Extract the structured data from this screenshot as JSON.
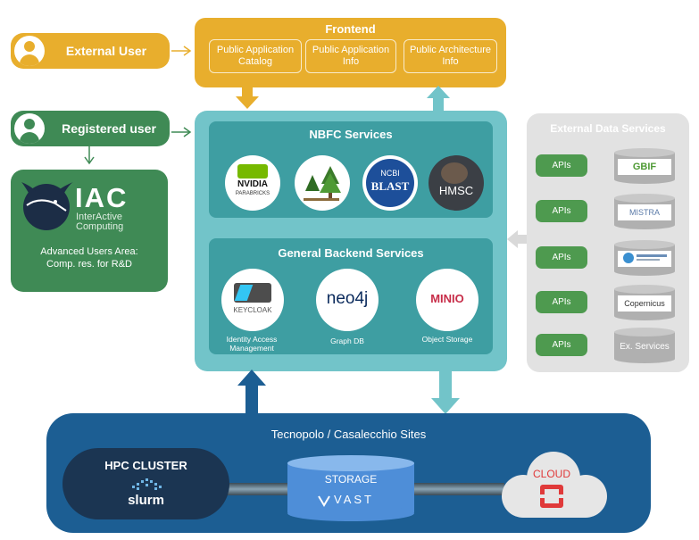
{
  "external_user": {
    "label": "External User"
  },
  "registered_user": {
    "label": "Registered user"
  },
  "frontend": {
    "title": "Frontend",
    "boxes": [
      "Public Application Catalog",
      "Public Application Info",
      "Public Architecture Info"
    ]
  },
  "nbfc": {
    "title": "NBFC Services",
    "logos": {
      "nvidia": {
        "name": "NVIDIA",
        "sub": "PARABRICKS"
      },
      "blast": {
        "top": "NCBI",
        "name": "BLAST"
      },
      "hmsc": {
        "name": "HMSC"
      }
    }
  },
  "backend": {
    "title": "General Backend Services",
    "items": [
      {
        "logo": "KEYCLOAK",
        "label": "Identity Access Management"
      },
      {
        "logo": "neo4j",
        "label": "Graph DB"
      },
      {
        "logo": "MINIO",
        "label": "Object Storage"
      }
    ]
  },
  "external_data": {
    "title": "External Data Services",
    "rows": [
      {
        "api": "APIs",
        "db": "GBIF"
      },
      {
        "api": "APIs",
        "db": "MISTRA"
      },
      {
        "api": "APIs",
        "db": ""
      },
      {
        "api": "APIs",
        "db": "Copernicus"
      },
      {
        "api": "APIs",
        "db": "Ex. Services"
      }
    ]
  },
  "iac": {
    "logo": "IAC",
    "logo_sub1": "InterActive",
    "logo_sub2": "Computing",
    "caption_line1": "Advanced Users Area:",
    "caption_line2": "Comp. res. for R&D"
  },
  "tecnopolo": {
    "title": "Tecnopolo / Casalecchio Sites",
    "hpc": {
      "title": "HPC CLUSTER",
      "logo": "slurm"
    },
    "storage": {
      "title": "STORAGE",
      "logo": "VAST"
    },
    "cloud": {
      "title": "CLOUD"
    }
  },
  "colors": {
    "frontend": "#e8ae2d",
    "green": "#3f8a55",
    "teal_light": "#72c4c9",
    "teal_dark": "#3e9ea2",
    "navy": "#1c5e93",
    "gray_panel": "#e2e2e2"
  }
}
